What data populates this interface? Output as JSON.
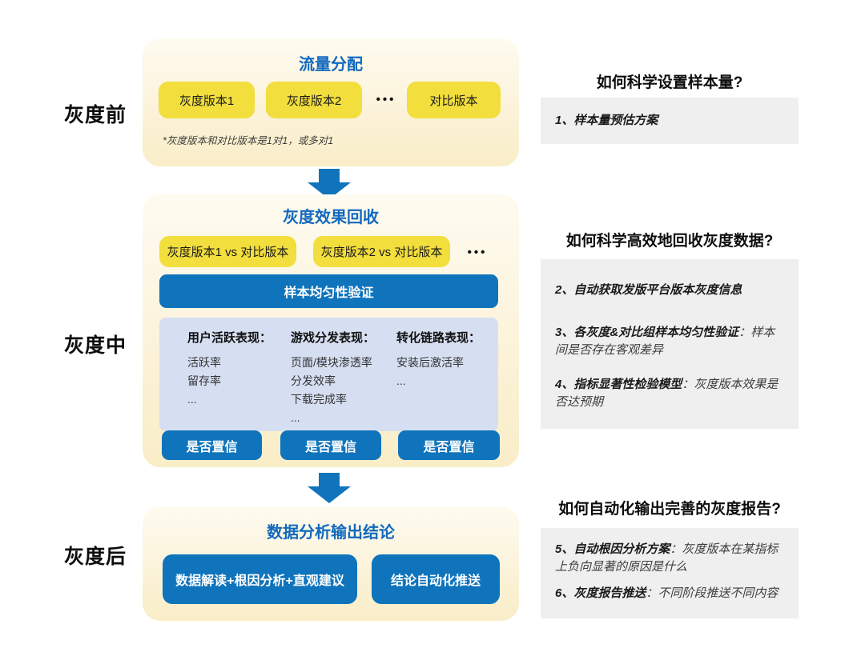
{
  "stages": {
    "pre": "灰度前",
    "mid": "灰度中",
    "post": "灰度后"
  },
  "panel1": {
    "title": "流量分配",
    "boxes": [
      "灰度版本1",
      "灰度版本2",
      "对比版本"
    ],
    "dots": "•••",
    "note": "*灰度版本和对比版本是1对1，或多对1"
  },
  "panel2": {
    "title": "灰度效果回收",
    "boxes": [
      "灰度版本1 vs 对比版本",
      "灰度版本2 vs 对比版本"
    ],
    "dots": "•••",
    "bar": "样本均匀性验证",
    "columns": [
      {
        "header": "用户活跃表现：",
        "items": [
          "活跃率",
          "留存率",
          "..."
        ]
      },
      {
        "header": "游戏分发表现：",
        "items": [
          "页面/模块渗透率",
          "分发效率",
          "下载完成率",
          "..."
        ]
      },
      {
        "header": "转化链路表现：",
        "items": [
          "安装后激活率",
          "..."
        ]
      }
    ],
    "confidence": [
      "是否置信",
      "是否置信",
      "是否置信"
    ]
  },
  "panel3": {
    "title": "数据分析输出结论",
    "buttons": [
      "数据解读+根因分析+直观建议",
      "结论自动化推送"
    ]
  },
  "right": {
    "sections": [
      {
        "title": "如何科学设置样本量?",
        "items": [
          {
            "num": "1、",
            "lead": "样本量预估方案",
            "desc": ""
          }
        ]
      },
      {
        "title": "如何科学高效地回收灰度数据?",
        "items": [
          {
            "num": "2、",
            "lead": "自动获取发版平台版本灰度信息",
            "desc": ""
          },
          {
            "num": "3、",
            "lead": "各灰度&对比组样本均匀性验证",
            "desc": "：样本间是否存在客观差异"
          },
          {
            "num": "4、",
            "lead": "指标显著性检验模型",
            "desc": "：灰度版本效果是否达预期"
          }
        ]
      },
      {
        "title": "如何自动化输出完善的灰度报告?",
        "items": [
          {
            "num": "5、",
            "lead": "自动根因分析方案",
            "desc": "：灰度版本在某指标上负向显著的原因是什么"
          },
          {
            "num": "6、",
            "lead": "灰度报告推送",
            "desc": "：不同阶段推送不同内容"
          }
        ]
      }
    ]
  },
  "colors": {
    "accent_blue": "#0f74bc",
    "title_blue": "#1269be",
    "version_yellow": "#f2de3c",
    "panel_cream": "#faf0ce",
    "metrics_light_blue": "#d6dff1",
    "answer_gray": "#efefef"
  }
}
